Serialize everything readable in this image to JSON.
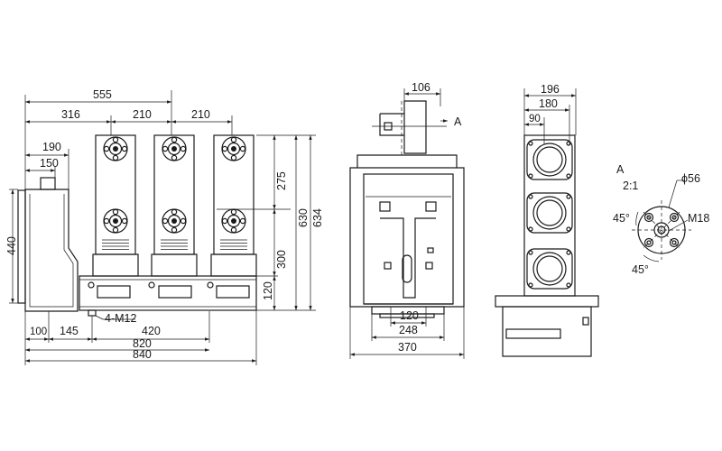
{
  "dimensions": {
    "front_top": {
      "d555": "555",
      "d316": "316",
      "d210a": "210",
      "d210b": "210",
      "d190": "190",
      "d150": "150"
    },
    "front_bottom": {
      "d100": "100",
      "d145": "145",
      "d420": "420",
      "d820": "820",
      "d840": "840",
      "bolt": "4-M12"
    },
    "front_side": {
      "d440": "440",
      "d275": "275",
      "d300": "300",
      "d120": "120",
      "d630": "630",
      "d634": "634"
    },
    "middle": {
      "d106": "106",
      "arrow_a": "A",
      "d120": "120",
      "d248": "248",
      "d370": "370"
    },
    "right": {
      "d196": "196",
      "d180": "180",
      "d90": "90"
    },
    "detail": {
      "label": "A",
      "scale": "2:1",
      "phi56": "ϕ56",
      "m18": "M18",
      "angle1": "45°",
      "angle2": "45°"
    }
  },
  "colors": {
    "line": "#1a1a1a",
    "background": "#ffffff"
  }
}
